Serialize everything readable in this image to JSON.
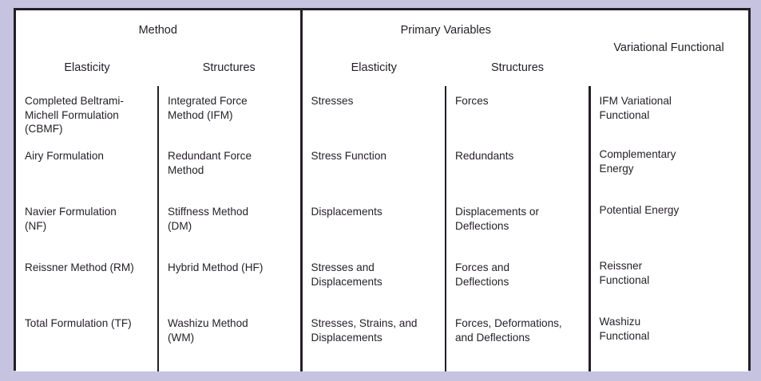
{
  "table": {
    "caption": "",
    "header": {
      "groups": [
        {
          "label": "Method",
          "span": 2
        },
        {
          "label": "Primary Variables",
          "span": 2
        },
        {
          "label": "Variational\nFunctional",
          "span": 1,
          "rowspan": 2
        }
      ],
      "subheaders": [
        "Elasticity",
        "Structures",
        "Elasticity",
        "Structures"
      ]
    },
    "columns": [
      "Method / Elasticity",
      "Method / Structures",
      "Primary Variables / Elasticity",
      "Primary Variables / Structures",
      "Variational Functional"
    ],
    "rows": [
      {
        "method_elasticity": "Completed Beltrami-\nMichell Formulation\n(CBMF)",
        "method_structures": "Integrated Force\nMethod (IFM)",
        "pv_elasticity": "Stresses",
        "pv_structures": "Forces",
        "variational_functional": "IFM Variational\nFunctional"
      },
      {
        "method_elasticity": "Airy Formulation",
        "method_structures": "Redundant Force\nMethod",
        "pv_elasticity": "Stress Function",
        "pv_structures": "Redundants",
        "variational_functional": "Complementary\nEnergy"
      },
      {
        "method_elasticity": "Navier Formulation\n(NF)",
        "method_structures": "Stiffness Method\n(DM)",
        "pv_elasticity": "Displacements",
        "pv_structures": "Displacements or\nDeflections",
        "variational_functional": "Potential Energy"
      },
      {
        "method_elasticity": "Reissner Method (RM)",
        "method_structures": "Hybrid Method (HF)",
        "pv_elasticity": "Stresses and\nDisplacements",
        "pv_structures": "Forces and\nDeflections",
        "variational_functional": "Reissner\nFunctional"
      },
      {
        "method_elasticity": "Total Formulation (TF)",
        "method_structures": "Washizu Method\n(WM)",
        "pv_elasticity": "Stresses, Strains, and\nDisplacements",
        "pv_structures": "Forces, Deformations,\nand Deflections",
        "variational_functional": "Washizu\nFunctional"
      }
    ]
  },
  "colors": {
    "page_background": "#c5c3e0",
    "table_background": "#ffffff",
    "border": "#231f26",
    "text": "#231f26"
  }
}
